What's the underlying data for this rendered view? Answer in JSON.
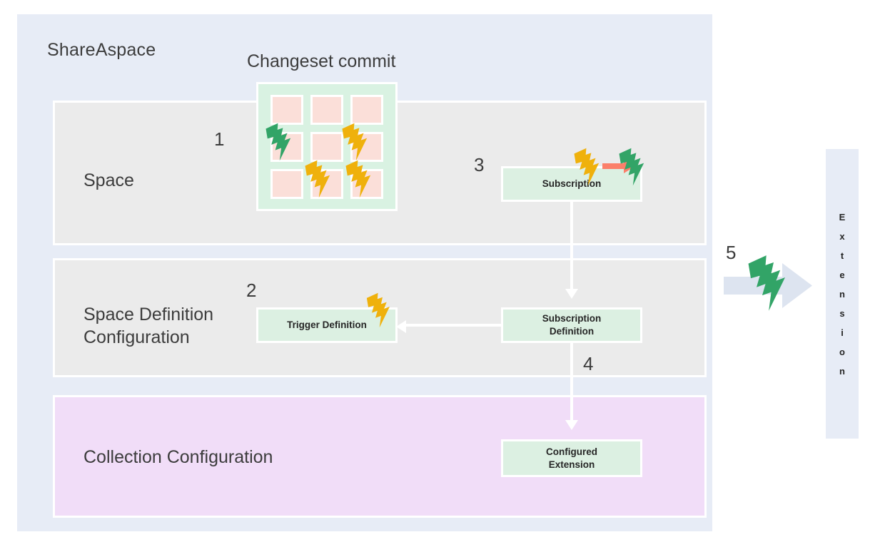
{
  "diagram": {
    "title": "ShareAspace",
    "changeset_title": "Changeset commit",
    "bands": [
      {
        "id": "space",
        "label": "Space"
      },
      {
        "id": "spacedef",
        "label": "Space Definition\nConfiguration"
      },
      {
        "id": "collection",
        "label": "Collection Configuration"
      }
    ],
    "steps": [
      {
        "number": "1"
      },
      {
        "number": "2"
      },
      {
        "number": "3"
      },
      {
        "number": "4"
      },
      {
        "number": "5"
      }
    ],
    "nodes": [
      {
        "id": "subscription",
        "label": "Subscription"
      },
      {
        "id": "subscription-def",
        "label": "Subscription\nDefinition"
      },
      {
        "id": "trigger-def",
        "label": "Trigger Definition"
      },
      {
        "id": "configured-extension",
        "label": "Configured\nExtension"
      }
    ],
    "extension_strip": {
      "label": "Extension",
      "letters": [
        "E",
        "x",
        "t",
        "e",
        "n",
        "s",
        "i",
        "o",
        "n"
      ]
    },
    "changeset_grid": {
      "rows": 3,
      "columns": 3,
      "cells": [
        {
          "index": 0,
          "bolt": "none"
        },
        {
          "index": 1,
          "bolt": "none"
        },
        {
          "index": 2,
          "bolt": "none"
        },
        {
          "index": 3,
          "bolt": "green-bolt"
        },
        {
          "index": 4,
          "bolt": "none"
        },
        {
          "index": 5,
          "bolt": "yellow-bolt"
        },
        {
          "index": 6,
          "bolt": "none"
        },
        {
          "index": 7,
          "bolt": "yellow-bolt"
        },
        {
          "index": 8,
          "bolt": "yellow-bolt"
        }
      ]
    },
    "icons": [
      {
        "name": "green-bolt-grid",
        "color": "#32A467"
      },
      {
        "name": "yellow-bolt-grid-right",
        "color": "#EFB10C"
      },
      {
        "name": "yellow-bolt-grid-bottom-mid",
        "color": "#EFB10C"
      },
      {
        "name": "yellow-bolt-grid-bottom-right",
        "color": "#EFB10C"
      },
      {
        "name": "yellow-bolt-subscription",
        "color": "#EFB10C"
      },
      {
        "name": "green-bolt-subscription",
        "color": "#32A467"
      },
      {
        "name": "yellow-bolt-trigger",
        "color": "#EFB10C"
      },
      {
        "name": "green-bolt-extension",
        "color": "#32A467"
      },
      {
        "name": "salmon-arrow-icon",
        "color": "#FB7F6A"
      }
    ],
    "colors": {
      "outer_panel": "#E7ECF6",
      "band_gray": "#EBEBEB",
      "band_purple": "#F1DDF8",
      "node_green": "#DCF0E2",
      "grid_green": "#D9F2E2",
      "grid_cell_pink": "#FBDFD9",
      "bolt_green": "#32A467",
      "bolt_yellow": "#EFB10C",
      "salmon": "#FB7F6A",
      "text_dark": "#3C3C3C",
      "connector_white": "#FFFFFF"
    }
  }
}
